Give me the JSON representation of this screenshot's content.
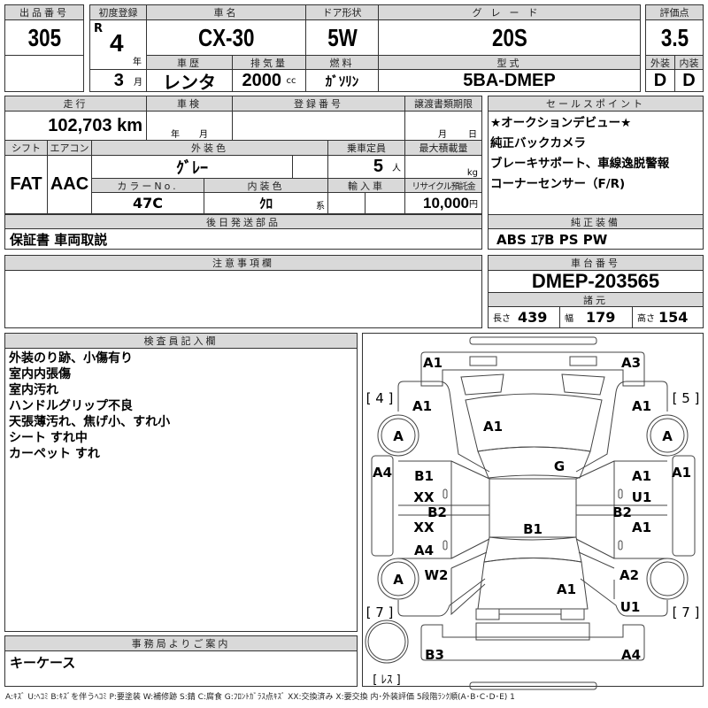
{
  "lot": {
    "header": "出品番号",
    "value": "305"
  },
  "first_reg": {
    "header": "初度登録",
    "era": "R",
    "year": "4",
    "year_unit": "年",
    "month": "3",
    "month_unit": "月"
  },
  "car_name": {
    "header": "車名",
    "value": "CX-30"
  },
  "door": {
    "header": "ドア形状",
    "value": "5W"
  },
  "grade": {
    "header": "グレード",
    "value": "20S"
  },
  "history": {
    "header": "車歴",
    "value": "レンタ"
  },
  "displacement": {
    "header": "排気量",
    "value": "2000",
    "unit": "cc"
  },
  "fuel": {
    "header": "燃料",
    "value": "ｶﾞｿﾘﾝ"
  },
  "model": {
    "header": "型式",
    "value": "5BA-DMEP"
  },
  "score": {
    "header": "評価点",
    "value": "3.5",
    "ext_header": "外装",
    "int_header": "内装",
    "ext": "D",
    "int": "D"
  },
  "mileage": {
    "header": "走行",
    "value": "102,703 km"
  },
  "inspection": {
    "header": "車検",
    "year_unit": "年",
    "month_unit": "月"
  },
  "reg_no": {
    "header": "登録番号"
  },
  "transfer": {
    "header": "譲渡書類期限",
    "month_unit": "月",
    "day_unit": "日"
  },
  "shift": {
    "header": "シフト",
    "value": "FAT"
  },
  "ac": {
    "header": "エアコン",
    "value": "AAC"
  },
  "ext_color": {
    "header": "外装色",
    "value": "ｸﾞﾚｰ"
  },
  "capacity": {
    "header": "乗車定員",
    "value": "5",
    "unit": "人"
  },
  "max_load": {
    "header": "最大積載量",
    "unit": "kg"
  },
  "color_no": {
    "header": "カラーNo.",
    "value": "47C"
  },
  "int_color": {
    "header": "内装色",
    "value": "ｸﾛ",
    "suffix": "系"
  },
  "import": {
    "header": "輸入車"
  },
  "recycle": {
    "header": "リサイクル預託金",
    "value": "10,000",
    "unit": "円"
  },
  "later_parts": {
    "header": "後日発送部品",
    "value": "保証書 車両取説"
  },
  "sales_points": {
    "header": "セールスポイント",
    "items": [
      "★オークションデビュー★",
      "純正バックカメラ",
      "ブレーキサポート、車線逸脱警報",
      "コーナーセンサー（F/R)"
    ]
  },
  "equipment": {
    "header": "純正装備",
    "value": "ABS ｴｱB PS PW"
  },
  "notes": {
    "header": "注意事項欄"
  },
  "chassis": {
    "header": "車台番号",
    "value": "DMEP-203565"
  },
  "specs": {
    "header": "諸元",
    "length_label": "長さ",
    "length": "439",
    "width_label": "幅",
    "width": "179",
    "height_label": "高さ",
    "height": "154"
  },
  "inspector": {
    "header": "検査員記入欄",
    "lines": [
      "外装のり跡、小傷有り",
      "室内内張傷",
      "室内汚れ",
      "ハンドルグリップ不良",
      "天張薄汚れ、焦げ小、すれ小",
      "シート すれ中",
      "カーペット すれ"
    ]
  },
  "office": {
    "header": "事務局よりご案内",
    "value": "キーケース"
  },
  "diagram": {
    "labels": [
      "A1",
      "A3",
      "[ 4 ]",
      "A1",
      "[ 5 ]",
      "A1",
      "A1",
      "A",
      "A",
      "A4",
      "B1",
      "XX",
      "B2",
      "XX",
      "A4",
      "G",
      "A1",
      "U1",
      "A1",
      "B2",
      "A1",
      "B1",
      "A",
      "W2",
      "A2",
      "A1",
      "U1",
      "[ 7 ]",
      "[ 7 ]",
      "B3",
      "A4",
      "[ ﾚｽ ]"
    ]
  },
  "legend": "A:ｷｽﾞ U:ﾍｺﾐ B:ｷｽﾞを伴うﾍｺﾐ P:要塗装 W:補修跡 S:錆 C:腐食 G:ﾌﾛﾝﾄｶﾞﾗｽ点ｷｽﾞ XX:交換済み X:要交換 内･外装評価 5段階ﾗﾝｸ順(A･B･C･D･E) 1"
}
